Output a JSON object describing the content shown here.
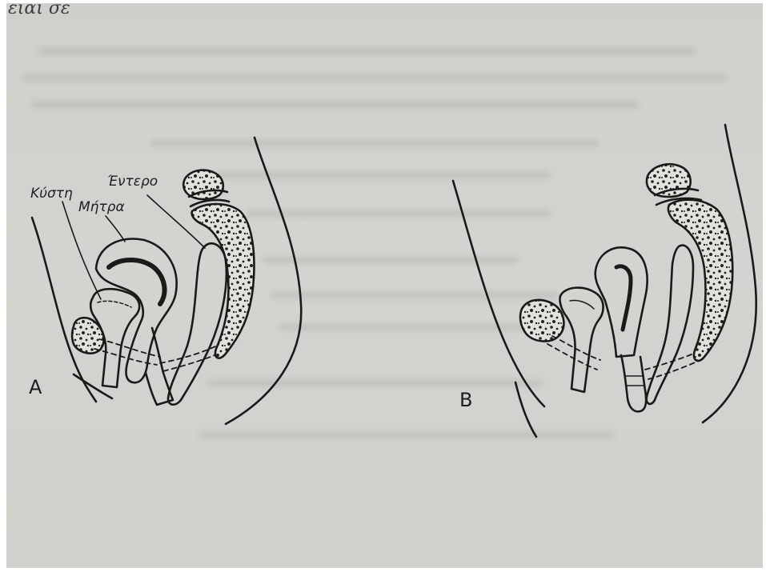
{
  "page": {
    "header_fragment": "ειαι σε"
  },
  "figure": {
    "panel_a": {
      "letter": "A",
      "labels": {
        "bladder": "Κύστη",
        "uterus": "Μήτρα",
        "bowel": "Έντερο"
      }
    },
    "panel_b": {
      "letter": "B"
    }
  }
}
